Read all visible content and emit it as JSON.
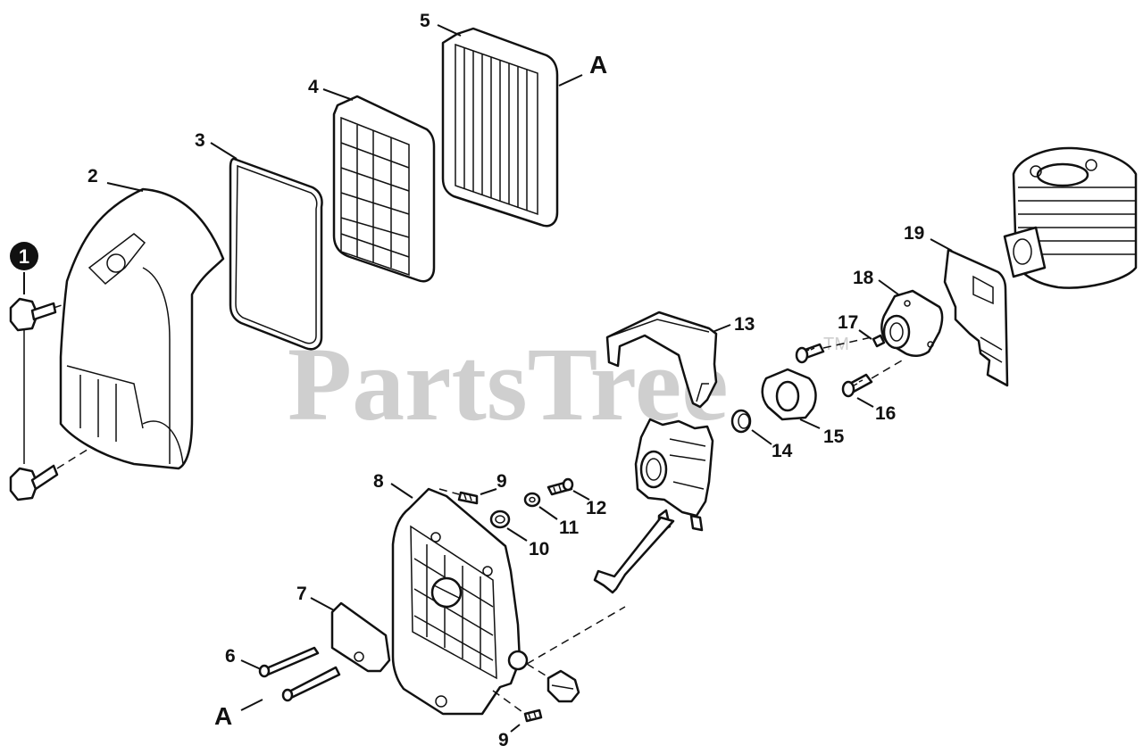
{
  "watermark": {
    "text": "PartsTree",
    "tm": "TM"
  },
  "note_marker": "1",
  "callouts": {
    "p2": "2",
    "p3": "3",
    "p4": "4",
    "p5": "5",
    "p6": "6",
    "p7": "7",
    "p8": "8",
    "p9a": "9",
    "p9b": "9",
    "p10": "10",
    "p11": "11",
    "p12": "12",
    "p13": "13",
    "p14": "14",
    "p15": "15",
    "p16": "16",
    "p17": "17",
    "p18": "18",
    "p19": "19"
  },
  "connectors": {
    "top": "A",
    "bottom": "A"
  }
}
